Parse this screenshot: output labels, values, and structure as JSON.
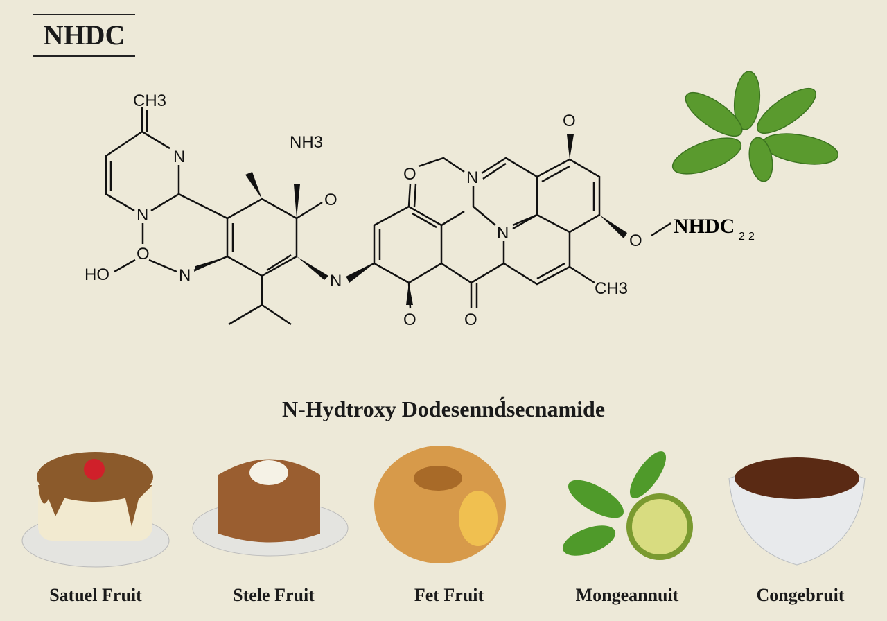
{
  "title": "NHDC",
  "subtitle": "N-Hydtroxy Dodesennd́secnamide",
  "molecule": {
    "atoms": {
      "ch3_top": "CH3",
      "n1": "N",
      "n2": "N",
      "o1": "O",
      "ho": "HO",
      "n3": "N",
      "nh3": "NH3",
      "o2": "O",
      "n4": "N",
      "o3": "O",
      "n5": "N",
      "n6": "N",
      "o4": "O",
      "o5": "O",
      "nhdc": "NHDC",
      "nhdc_sub1": "2",
      "nhdc_sub2": "2",
      "ch3_right": "CH3",
      "o6": "O",
      "o7": "O"
    }
  },
  "foods": [
    {
      "label": "Satuel Fruit"
    },
    {
      "label": "Stele Fruit"
    },
    {
      "label": "Fet Fruit"
    },
    {
      "label": "Mongeannuit"
    },
    {
      "label": "Congebruit"
    }
  ]
}
